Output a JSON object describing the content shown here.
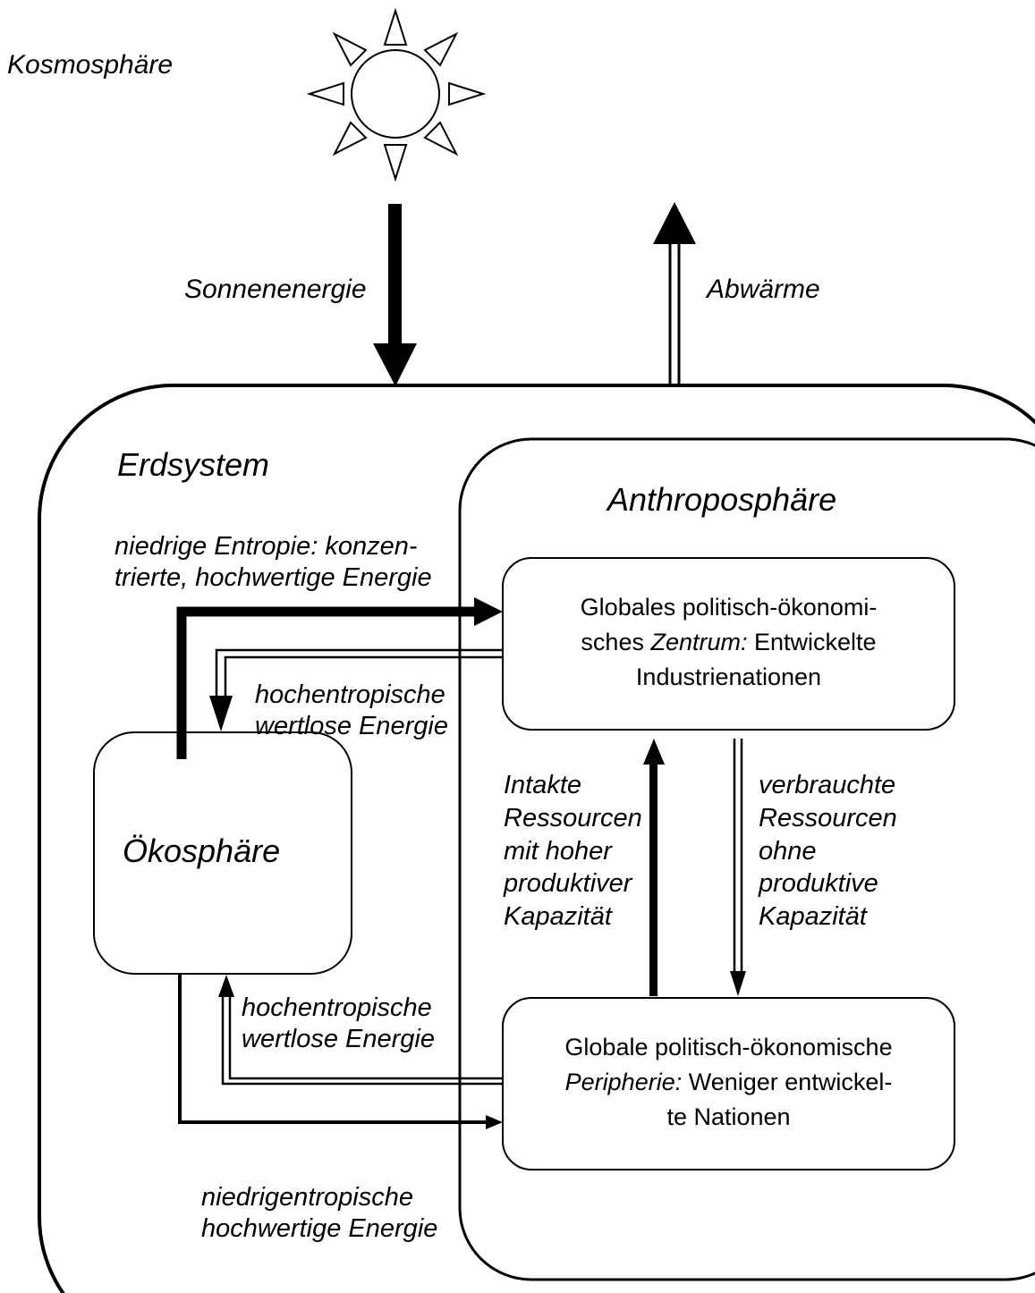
{
  "kosmosphaere": "Kosmosphäre",
  "sonnenenergie": "Sonnenenergie",
  "abwaerme": "Abwärme",
  "erdsystem": "Erdsystem",
  "anthroposphaere": "Anthroposphäre",
  "oekosphaere": "Ökosphäre",
  "niedrige_entropie": "niedrige Entropie: konzen-\ntrierte, hochwertige Energie",
  "hochentropisch_oben": "hochentropische\nwertlose Energie",
  "hochentropisch_unten": "hochentropische\nwertlose Energie",
  "niedrigentropisch": "niedrigentropische\nhochwertige Energie",
  "intakte_ressourcen": "Intakte\nRessourcen\nmit hoher\nproduktiver\nKapazität",
  "verbrauchte_ressourcen": "verbrauchte\nRessourcen\nohne\nproduktive\nKapazität",
  "zentrum": {
    "line1": "Globales politisch-ökonomi-",
    "line2_prefix": "sches ",
    "line2_italic": "Zentrum:",
    "line2_suffix": " Entwickelte",
    "line3": "Industrienationen"
  },
  "peripherie": {
    "line1": "Globale politisch-ökonomische",
    "line2_italic": "Peripherie:",
    "line2_suffix": " Weniger entwickel-",
    "line3": "te Nationen"
  }
}
